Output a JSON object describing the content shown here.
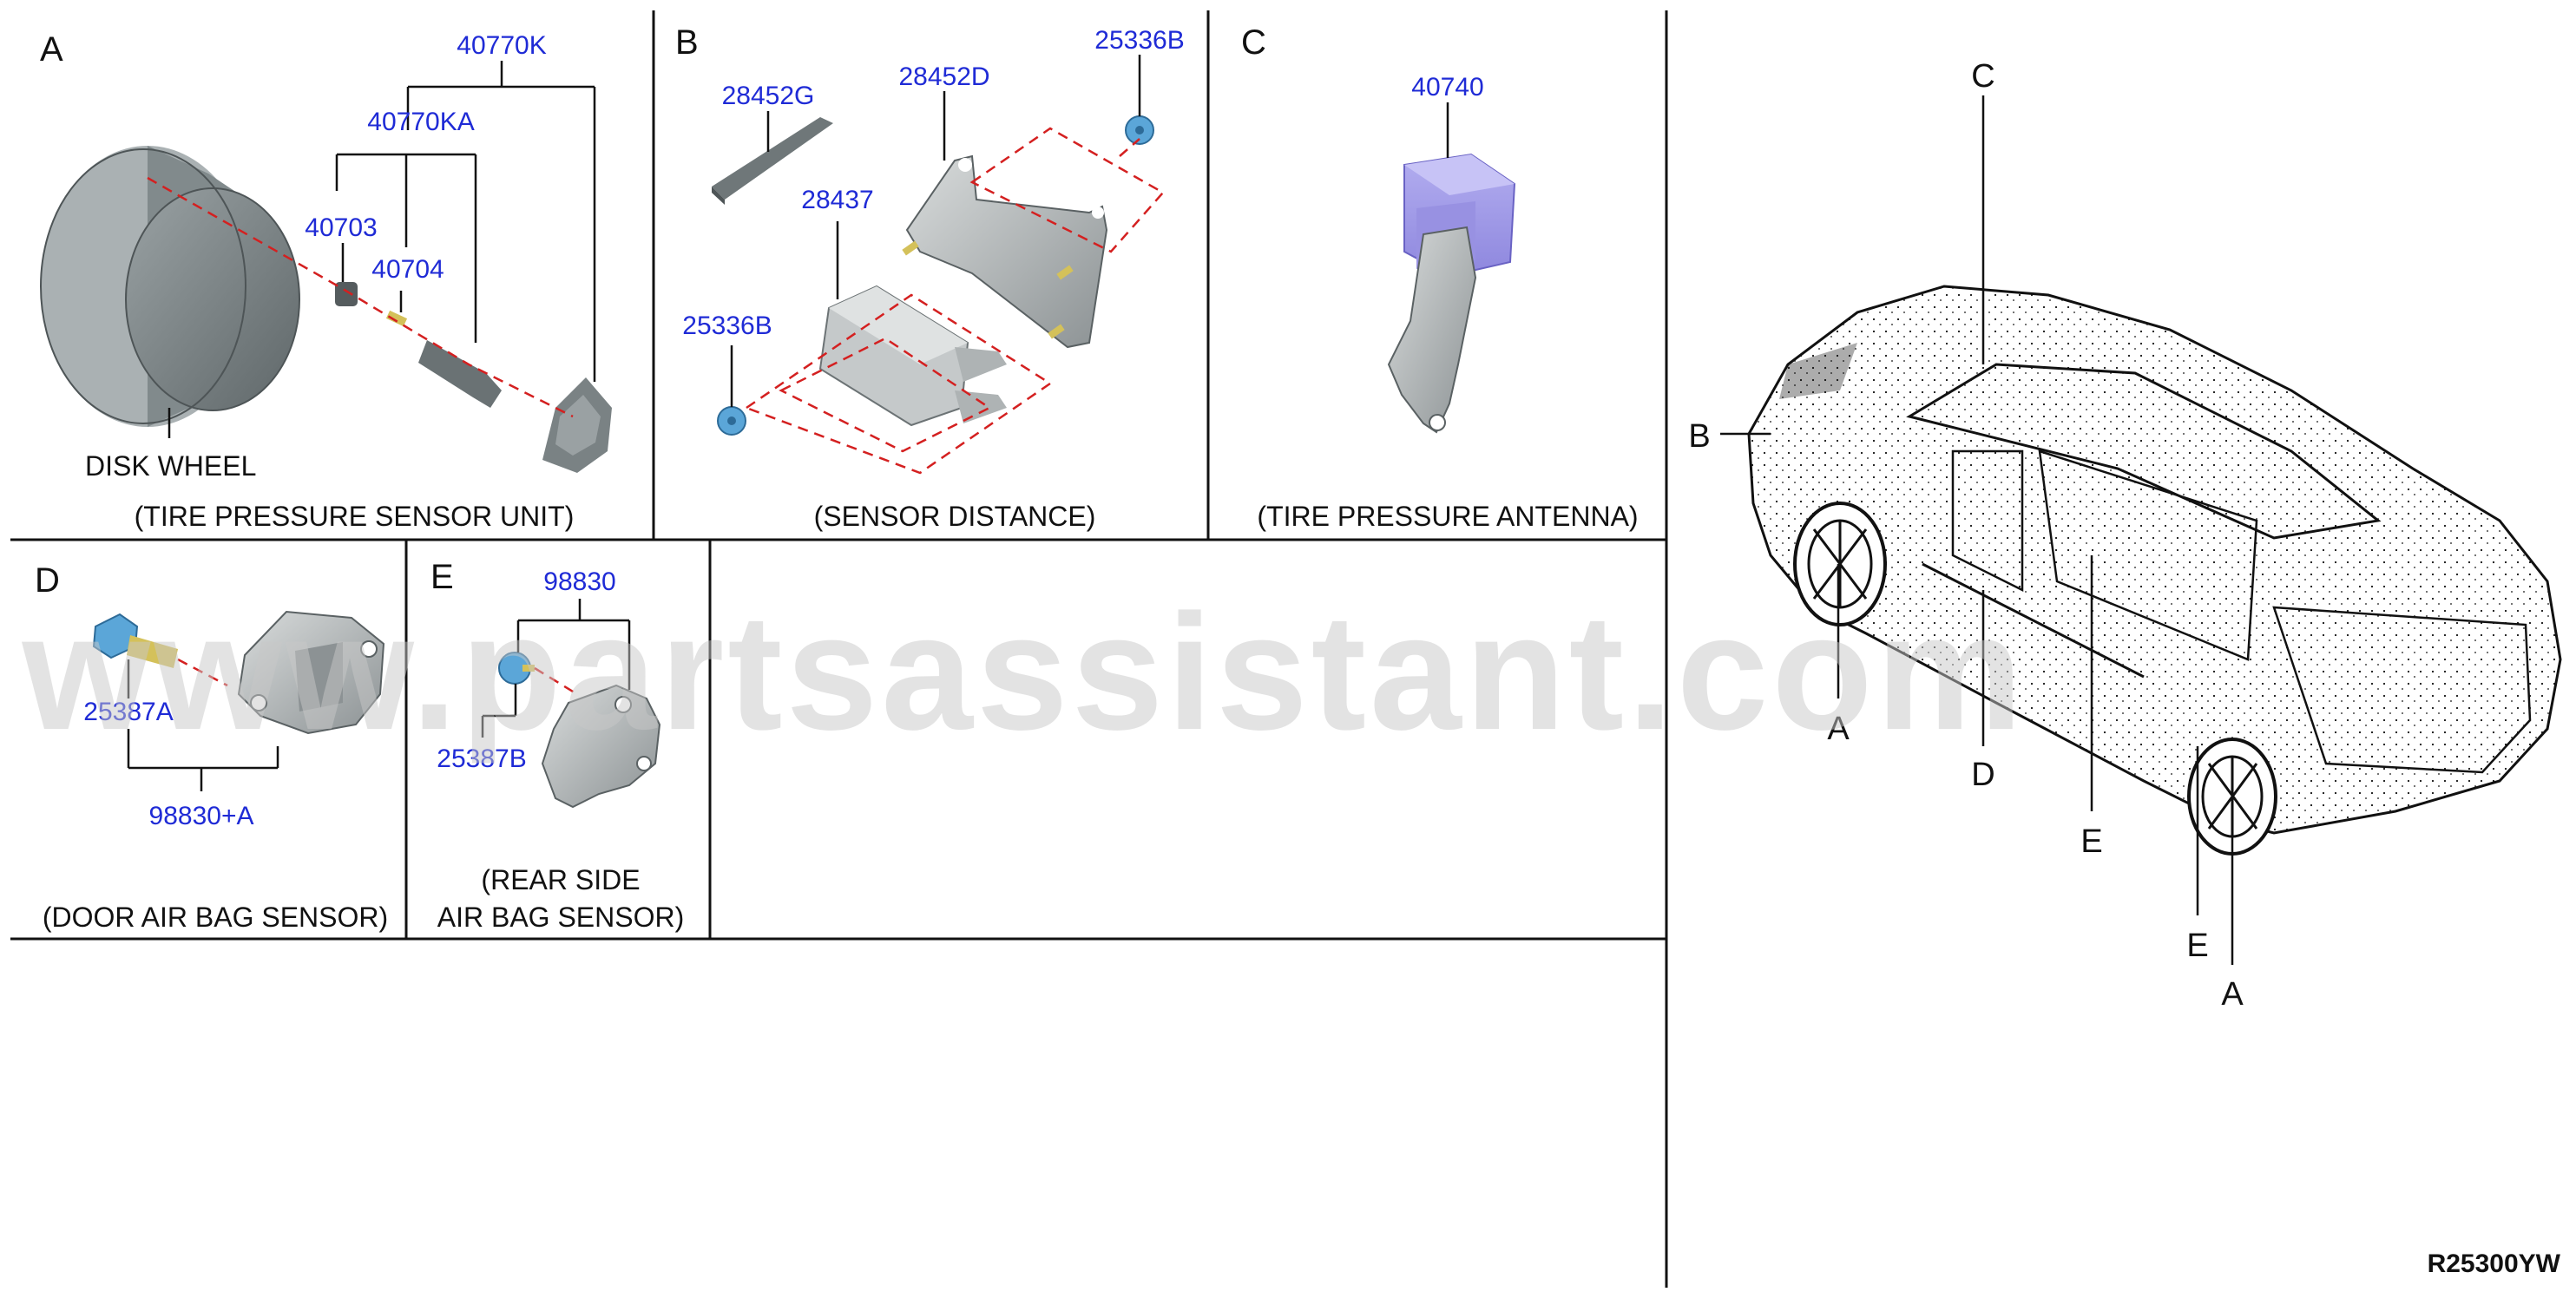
{
  "sections": {
    "A": {
      "letter": "A",
      "caption": "(TIRE PRESSURE SENSOR UNIT)",
      "disk_wheel_label": "DISK WHEEL",
      "parts": [
        "40770K",
        "40770KA",
        "40703",
        "40704"
      ]
    },
    "B": {
      "letter": "B",
      "caption": "(SENSOR DISTANCE)",
      "parts": [
        "28452G",
        "28452D",
        "25336B",
        "28437",
        "25336B"
      ]
    },
    "C": {
      "letter": "C",
      "caption": "(TIRE PRESSURE ANTENNA)",
      "parts": [
        "40740"
      ]
    },
    "D": {
      "letter": "D",
      "caption": "(DOOR AIR BAG SENSOR)",
      "parts": [
        "25387A",
        "98830+A"
      ]
    },
    "E": {
      "letter": "E",
      "caption_line1": "(REAR SIDE",
      "caption_line2": "AIR BAG SENSOR)",
      "parts": [
        "98830",
        "25387B"
      ]
    }
  },
  "vehicle_callouts": [
    "C",
    "B",
    "A",
    "D",
    "E",
    "E",
    "A"
  ],
  "watermark": "www.partsassistant.com",
  "reference_code": "R25300YW",
  "colors": {
    "part_number": "#1f2bd6",
    "leader": "#d42020",
    "antenna": "#9d97e6",
    "fastener": "#5ba6d8",
    "wheel": "#7d8688"
  }
}
